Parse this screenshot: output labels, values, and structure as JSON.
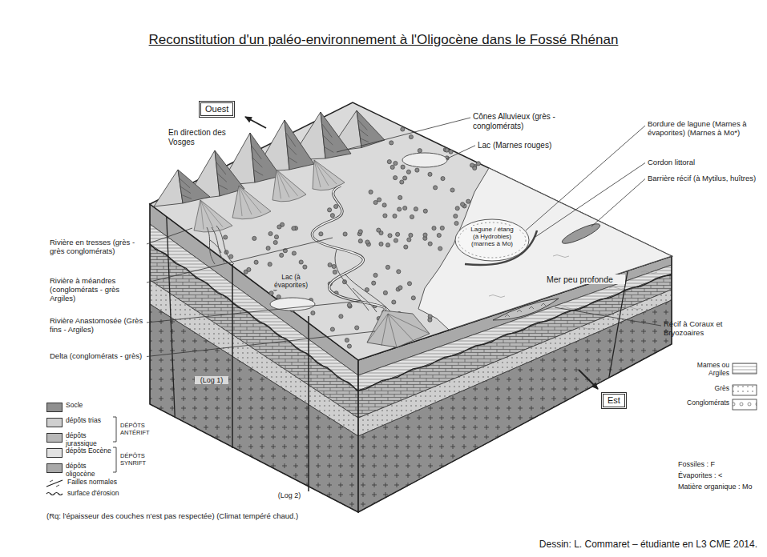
{
  "diagram": {
    "title": "Reconstitution d'un paléo-environnement à l'Oligocène dans le Fossé Rhénan",
    "caption": "Dessin: L. Commaret – étudiante en L3 CME 2014.",
    "nodes": [
      {
        "text": [
          "Ouest"
        ]
      },
      {
        "text": [
          "Est"
        ]
      }
    ],
    "labels": [
      "En direction des Vosges",
      "Cônes Alluvieux (grès - conglomérats)",
      "Lac (Marnes rouges)",
      "Bordure de lagune (Marnes à évaporites) (Marnes à Mo*)",
      "Cordon littoral",
      "Barrière récif (à Mytilus, huîtres)",
      "Rivière en tresses (grès - grès conglomérats)",
      "Lagune / étang (à Hydrobies) (marnes à Mo)",
      "Rivière à méandres (conglomérats - grès Argiles)",
      "Mer peu profonde",
      "Lac (à évaporites)",
      "Rivière Anastomosée (Grès fins - Argiles)",
      "Delta (conglomérats - grès)",
      "Récif à Coraux et Bryozoaires",
      "(Log 1)",
      "DÉPÔTS ANTÉRIFT",
      "DÉPÔTS SYNRIFT",
      "(Log 2)",
      "Fossiles : F",
      "Évaporites : <",
      "Matière organique : Mo",
      "(Rq: l'épaisseur des couches n'est pas respectée) (Climat tempéré chaud.)"
    ],
    "legend": [
      {
        "text": "Socle",
        "color": "#8f8f8f"
      },
      {
        "text": "dépôts trias",
        "color": "#cfcfcf"
      },
      {
        "text": "dépôts jurassique",
        "color": "#b8b8b8"
      },
      {
        "text": "dépôts Eocène",
        "color": "#e2e2e2"
      },
      {
        "text": "dépôts oligocène",
        "color": "#a9a9a9"
      },
      {
        "text": "Failles normales"
      },
      {
        "text": "surface d'érosion"
      },
      {
        "text": "Marnes ou Argiles"
      },
      {
        "text": "Grès"
      },
      {
        "text": "Conglomérats"
      }
    ]
  }
}
